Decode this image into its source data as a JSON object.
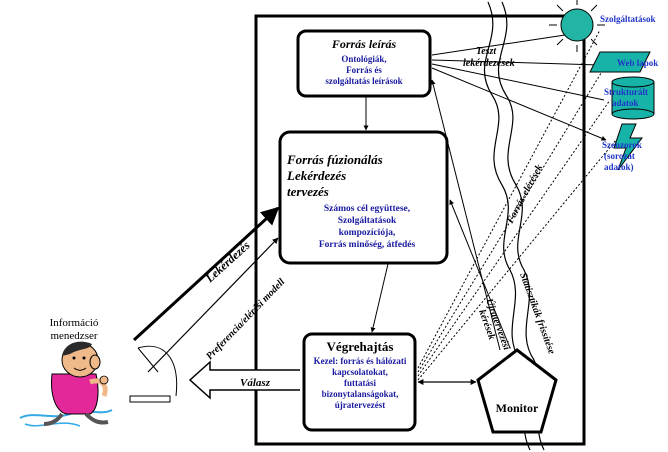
{
  "main_boxes": {
    "source_description": {
      "title": "Forrás leírás",
      "lines": [
        "Ontológiák,",
        "Forrás és",
        "szolgáltatás leírások"
      ]
    },
    "source_fusion": {
      "title_lines": [
        "Forrás fúzionálás",
        "Lekérdezés",
        "tervezés"
      ],
      "lines": [
        "Számos cél együttese,",
        "Szolgáltatások",
        "kompozíciója,",
        "Forrás minőség, átfedés"
      ]
    },
    "execution": {
      "title": "Végrehajtás",
      "lines": [
        "Kezel: forrás és hálózati",
        "kapcsolatokat,",
        "futtatási",
        "bizonytalanságokat,",
        "újratervezést"
      ]
    }
  },
  "monitor": {
    "label": "Monitor"
  },
  "user": {
    "label_lines": [
      "Információ",
      "menedzser"
    ]
  },
  "services": {
    "services_label": "Szolgáltatások",
    "web_pages": "Web lapok",
    "structured_data_lines": [
      "Strukturált",
      "adatok"
    ],
    "sensors_lines": [
      "Szenzorok",
      "(sorozat",
      "adatok)"
    ]
  },
  "edge_labels": {
    "test_queries_lines": [
      "Teszt",
      "lekérdezések"
    ],
    "source_calls": "Forrás-elérések",
    "stats_update_lines": [
      "Statisztikák frissítése"
    ],
    "replanning_lines": [
      "Újratervezési",
      "kérések"
    ],
    "query": "Lekérdezés",
    "preference_model": "Preferencia/elérési modell",
    "answer": "Válasz"
  },
  "colors": {
    "ink": "#000000",
    "detail_text": "#1a1aa0",
    "service_label": "#1f35c8",
    "service_fill": "#18b3a8",
    "sun_fill": "#22b5a6"
  }
}
